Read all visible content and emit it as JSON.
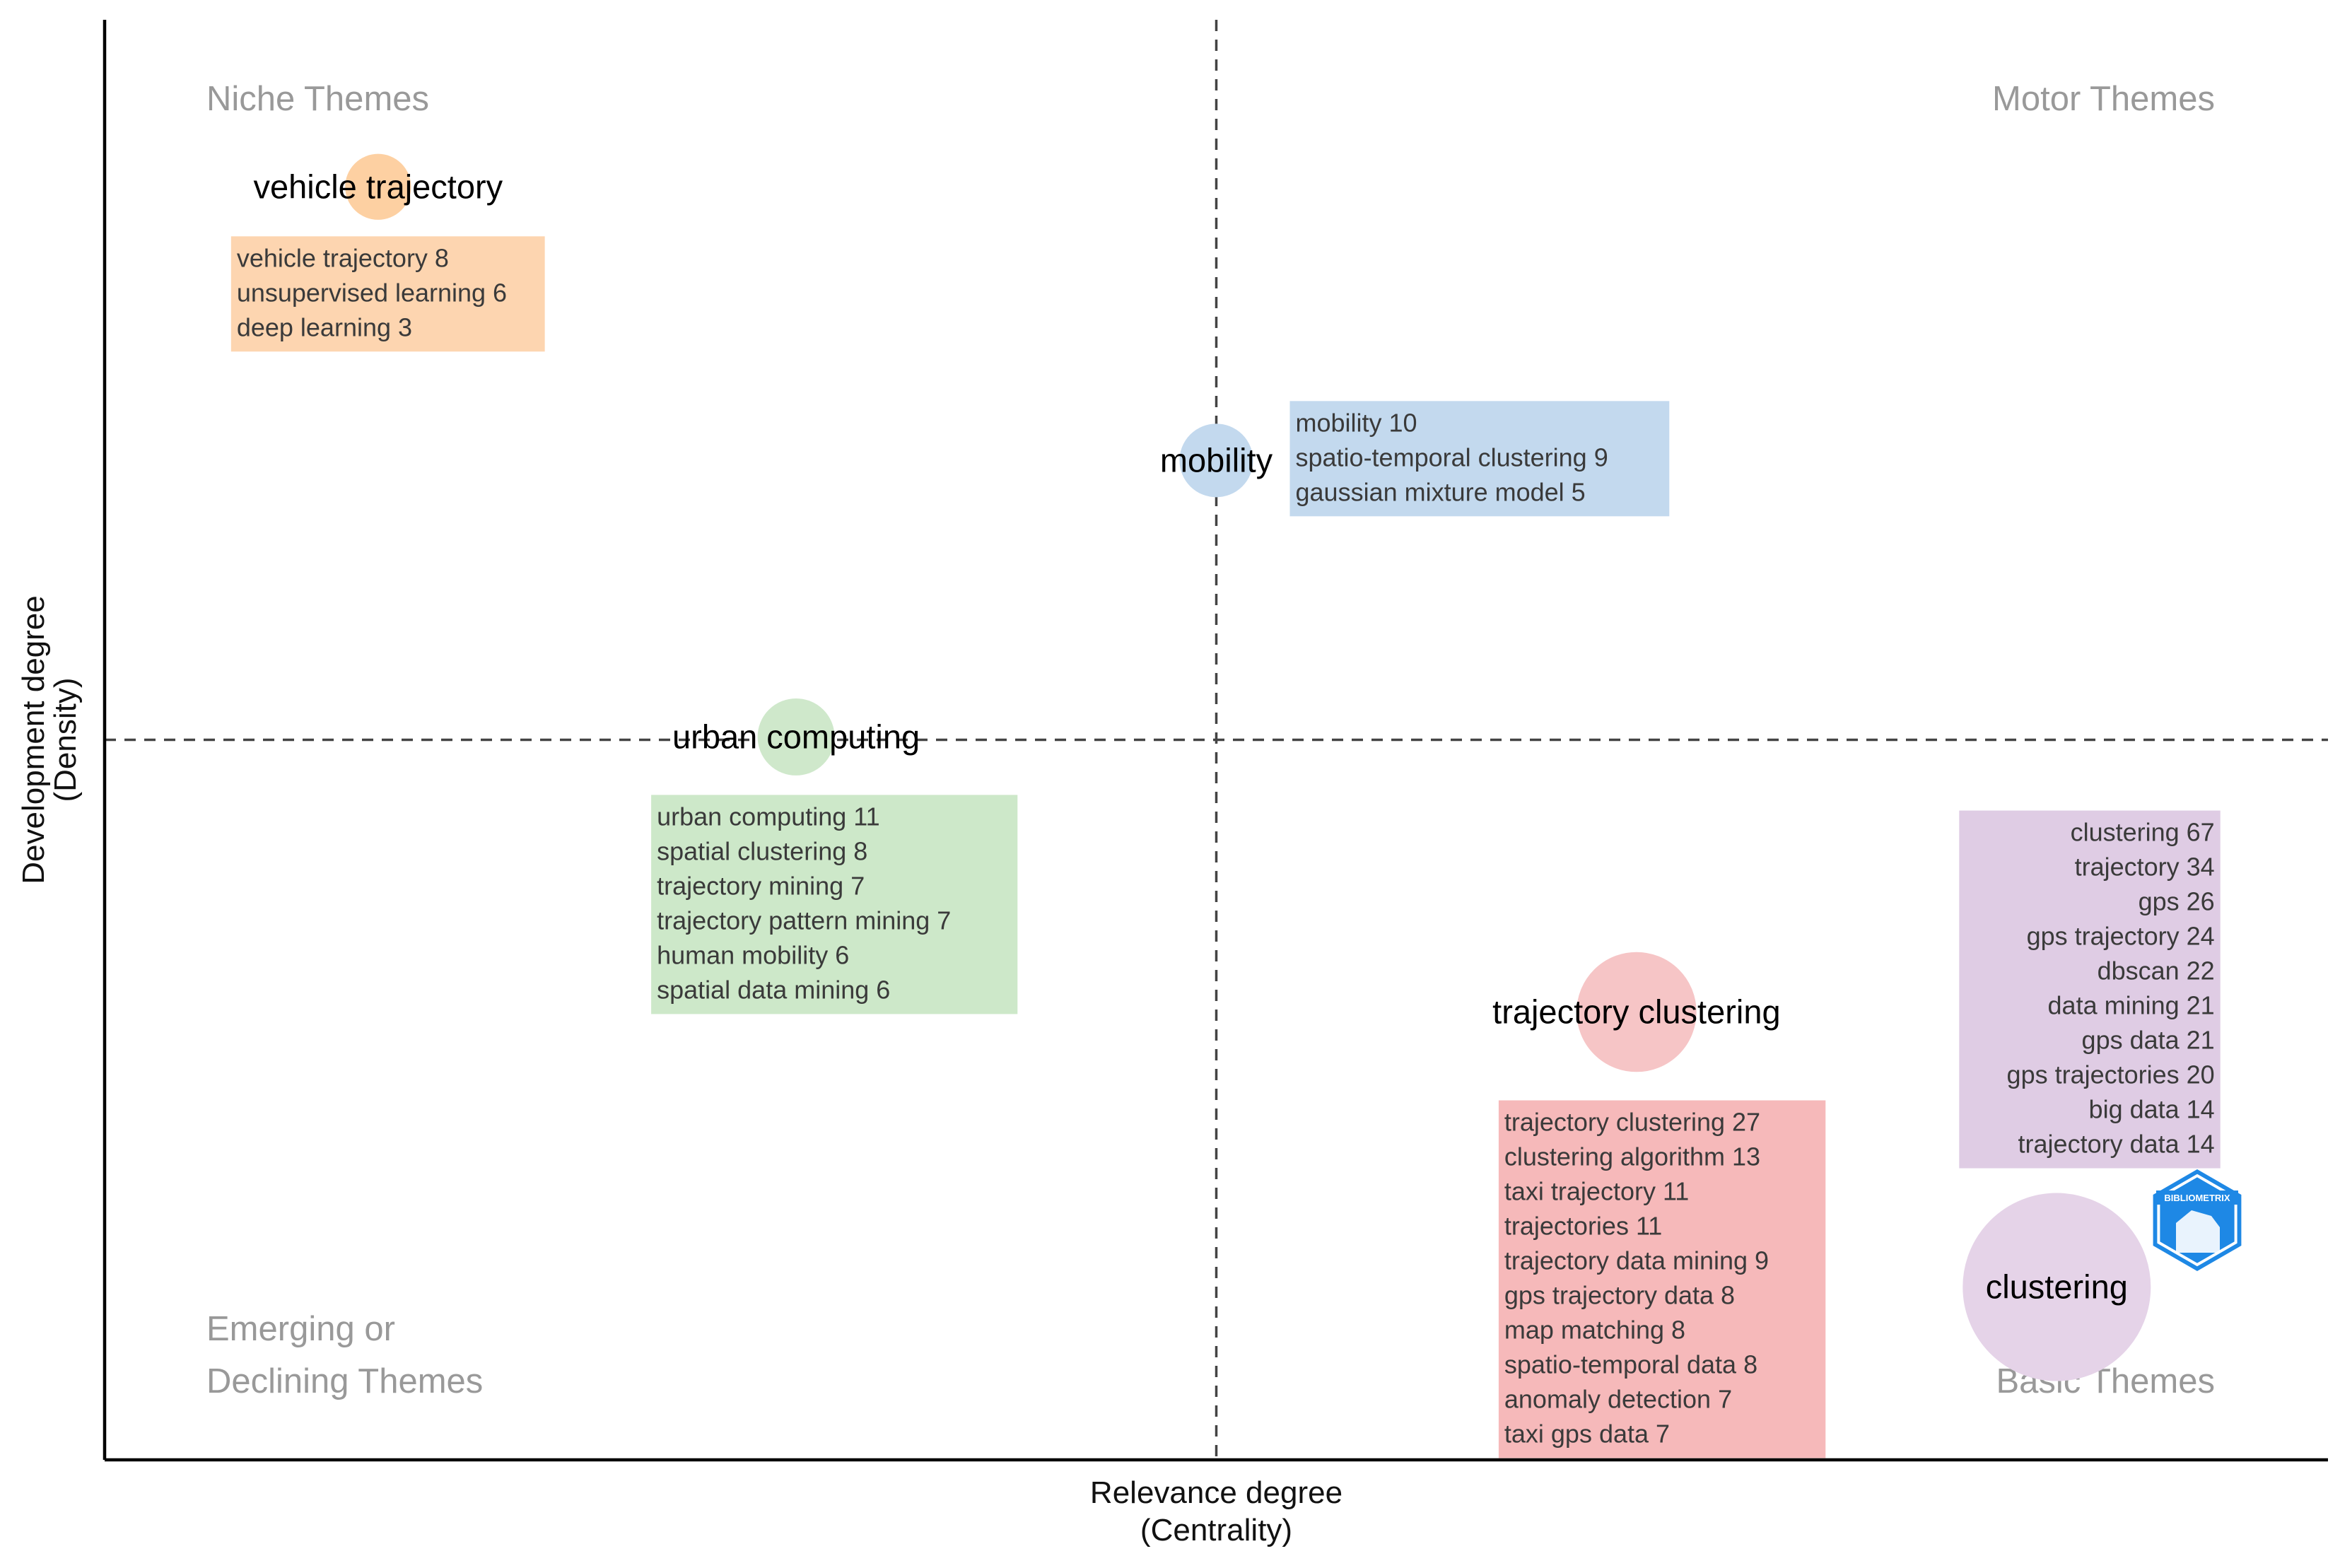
{
  "chart_data": {
    "type": "scatter",
    "xlabel": [
      "Relevance degree",
      "(Centrality)"
    ],
    "ylabel": [
      "Development degree",
      "(Density)"
    ],
    "quadrants": {
      "top_left": [
        "Niche Themes"
      ],
      "top_right": [
        "Motor Themes"
      ],
      "bottom_left": [
        "Emerging or",
        "Declining Themes"
      ],
      "bottom_right": [
        "Basic Themes"
      ]
    },
    "xlim": [
      0,
      100
    ],
    "ylim": [
      0,
      100
    ],
    "centrality_midline": 50,
    "density_midline": 50,
    "themes": [
      {
        "label": "vehicle trajectory",
        "x": 12.3,
        "y": 88.4,
        "size": 8,
        "color": "#fdd0a2",
        "box_color": "#fdd5b0",
        "box_side": "below",
        "box_align": "left",
        "keywords": [
          "vehicle trajectory 8",
          "unsupervised learning 6",
          "deep learning 3"
        ]
      },
      {
        "label": "mobility",
        "x": 50.0,
        "y": 69.4,
        "size": 10,
        "color": "#c3d9ee",
        "box_color": "#c3d9ee",
        "box_side": "right",
        "box_align": "left",
        "keywords": [
          "mobility 10",
          "spatio-temporal clustering 9",
          "gaussian mixture model 5"
        ]
      },
      {
        "label": "urban computing",
        "x": 31.1,
        "y": 50.2,
        "size": 11,
        "color": "#cfe8cb",
        "box_color": "#cde8c9",
        "box_side": "below",
        "box_align": "left",
        "keywords": [
          "urban computing 11",
          "spatial clustering 8",
          "trajectory mining 7",
          "trajectory pattern mining 7",
          "human mobility 6",
          "spatial data mining 6"
        ]
      },
      {
        "label": "trajectory clustering",
        "x": 68.9,
        "y": 31.1,
        "size": 27,
        "color": "#f6c5c6",
        "box_color": "#f6b9ba",
        "box_side": "below",
        "box_align": "left",
        "keywords": [
          "trajectory clustering 27",
          "clustering algorithm 13",
          "taxi trajectory 11",
          "trajectories 11",
          "trajectory data mining 9",
          "gps trajectory data 8",
          "map matching 8",
          "spatio-temporal data 8",
          "anomaly detection 7",
          "taxi gps data 7"
        ]
      },
      {
        "label": "clustering",
        "x": 87.8,
        "y": 12.0,
        "size": 67,
        "color": "#e5d3e8",
        "box_color": "#dfcce4",
        "box_side": "above",
        "box_align": "right",
        "keywords": [
          "clustering 67",
          "trajectory 34",
          "gps 26",
          "gps trajectory 24",
          "dbscan 22",
          "data mining 21",
          "gps data 21",
          "gps trajectories 20",
          "big data 14",
          "trajectory data 14"
        ]
      }
    ]
  },
  "logo": {
    "text": "BIBLIOMETRIX",
    "color": "#1e88e5"
  }
}
